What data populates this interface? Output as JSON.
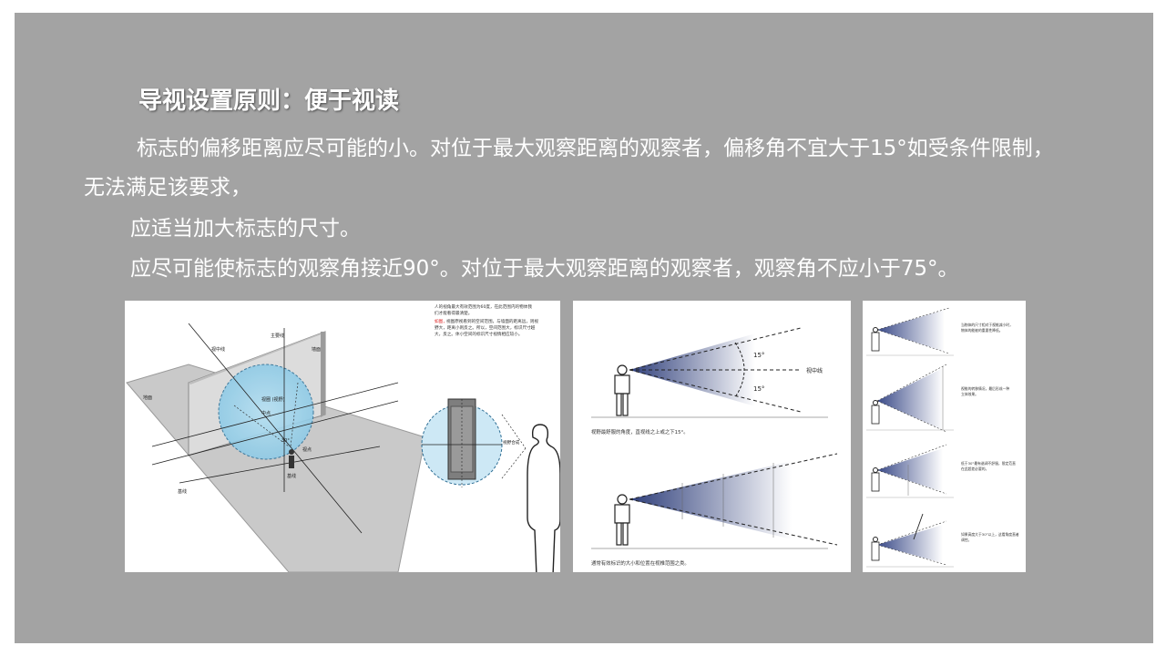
{
  "title": "导视设置原则：便于视读",
  "paragraphs": [
    "标志的偏移距离应尽可能的小。对位于最大观察距离的观察者，偏移角不宜大于15°如受条件限制，",
    "无法满足该要求，",
    "应适当加大标志的尺寸。",
    "应尽可能使标志的观察角接近90°。对位于最大观察距离的观察者，观察角不应小于75°。"
  ],
  "figure1": {
    "note_black": [
      "人的视角最大有效范围为60度，在此范围内的物体我",
      "们才能看得最清楚。"
    ],
    "note_red": "如图，",
    "note_rest": [
      "视图原视看到的空间范围，与墙面的距离远，则视",
      "野大，距离小则反之。所以，空间范围大，标识尺寸越",
      "大，反之。体小空间的标识尺寸视情相应较小。"
    ],
    "labels": {
      "main_line": "主要线",
      "sight_line": "视中线",
      "wall": "墙面",
      "floor": "地面",
      "zone": "视圈 (视野)",
      "center": "中点",
      "angle": "30°",
      "eye": "视点",
      "base": "基线",
      "ground": "基线",
      "sign_center": "视野合成"
    }
  },
  "figure2": {
    "angle_top": "15°",
    "angle_bottom": "15°",
    "sight_label": "视中线",
    "caption1": "视野最舒服的角度，直视线之上或之下15°。",
    "caption2": "通常有效标识的大小和位置在视椎范围之类。"
  },
  "figure3": {
    "captions": [
      [
        "当物体的尺寸相对于视椎减小时，",
        "物体的能被的重要性降低。"
      ],
      [
        "视椎的转移情况，最后形成一种",
        "立体效果。"
      ],
      [
        "低于30°最有谐调不舒服，限定范直",
        "在此超差必要的。"
      ],
      [
        "如果高度大于30°以上，这看角度直者",
        "调控。"
      ]
    ]
  }
}
